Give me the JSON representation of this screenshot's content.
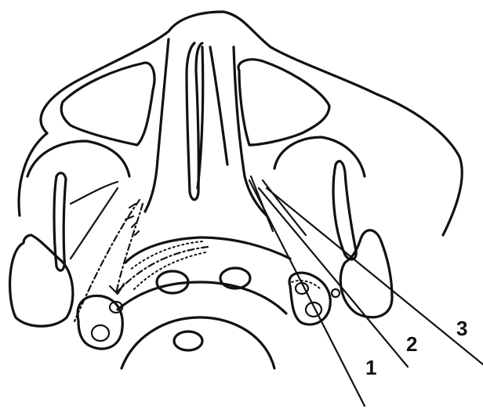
{
  "labels": {
    "label_1": "1",
    "label_2": "2",
    "label_3": "3"
  },
  "colors": {
    "ink": "#111111",
    "background": "#ffffff"
  }
}
